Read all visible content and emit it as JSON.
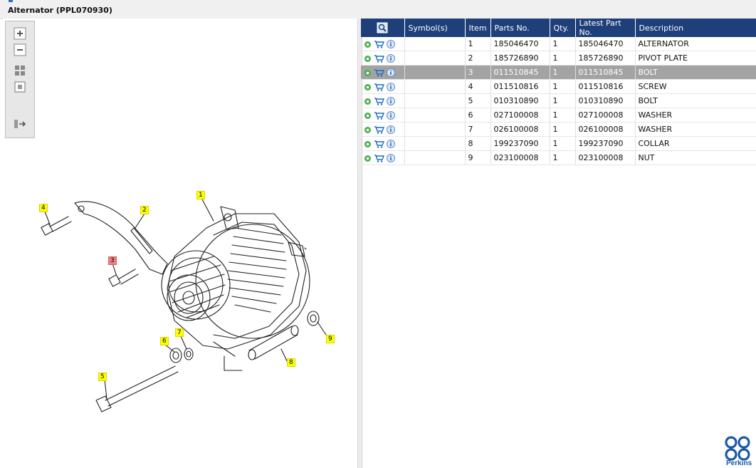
{
  "window": {
    "title": "Alternator (PPL070930)"
  },
  "toolbar": {
    "buttons": [
      {
        "icon": "zoom-in-icon"
      },
      {
        "icon": "zoom-out-icon"
      },
      {
        "icon": "fit-all-icon"
      },
      {
        "icon": "actual-size-icon"
      },
      {
        "icon": "export-icon"
      }
    ]
  },
  "table": {
    "columns": [
      "",
      "Symbol(s)",
      "Item",
      "Parts No.",
      "Qty.",
      "Latest Part No.",
      "Description"
    ],
    "rows": [
      {
        "item": "1",
        "parts_no": "185046470",
        "qty": "1",
        "latest": "185046470",
        "desc": "ALTERNATOR"
      },
      {
        "item": "2",
        "parts_no": "185726890",
        "qty": "1",
        "latest": "185726890",
        "desc": "PIVOT PLATE"
      },
      {
        "item": "3",
        "parts_no": "011510845",
        "qty": "1",
        "latest": "011510845",
        "desc": "BOLT"
      },
      {
        "item": "4",
        "parts_no": "011510816",
        "qty": "1",
        "latest": "011510816",
        "desc": "SCREW"
      },
      {
        "item": "5",
        "parts_no": "010310890",
        "qty": "1",
        "latest": "010310890",
        "desc": "BOLT"
      },
      {
        "item": "6",
        "parts_no": "027100008",
        "qty": "1",
        "latest": "027100008",
        "desc": "WASHER"
      },
      {
        "item": "7",
        "parts_no": "026100008",
        "qty": "1",
        "latest": "026100008",
        "desc": "WASHER"
      },
      {
        "item": "8",
        "parts_no": "199237090",
        "qty": "1",
        "latest": "199237090",
        "desc": "COLLAR"
      },
      {
        "item": "9",
        "parts_no": "023100008",
        "qty": "1",
        "latest": "023100008",
        "desc": "NUT"
      }
    ],
    "selected_item": "3"
  },
  "callouts": [
    "1",
    "2",
    "3",
    "4",
    "5",
    "6",
    "7",
    "8",
    "9"
  ],
  "colors": {
    "header": "#1e3f7a",
    "callout": "#ffff00",
    "callout_selected": "#f08080",
    "selection": "#a3a3a3",
    "brand": "#1b5aa3"
  },
  "brand": {
    "name": "Perkins"
  }
}
